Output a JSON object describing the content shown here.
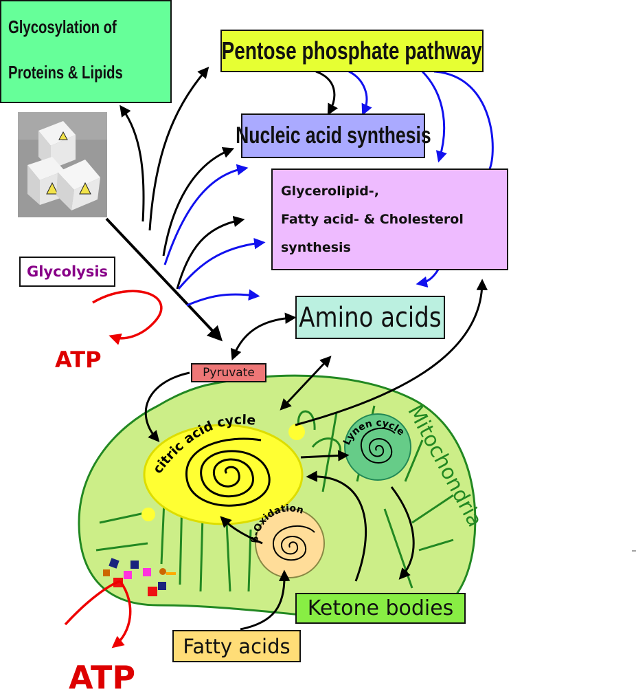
{
  "boxes": {
    "glycosylation_line1": "Glycosylation of",
    "glycosylation_line2": "Proteins & Lipids",
    "pentose": "Pentose phosphate pathway",
    "nucleic": "Nucleic acid synthesis",
    "lipid_line1": "Glycerolipid-,",
    "lipid_line2": "Fatty acid- & Cholesterol",
    "lipid_line3": "synthesis",
    "glycolysis": "Glycolysis",
    "amino": "Amino acids",
    "pyruvate": "Pyruvate",
    "ketone": "Ketone bodies",
    "fatty": "Fatty acids"
  },
  "labels": {
    "atp_top": "ATP",
    "atp_bottom": "ATP",
    "mitochondria": "Mitochondria",
    "citric": "citric acid cycle",
    "lynen": "Lynen cycle",
    "beta": "β-Oxidation"
  },
  "colors": {
    "glycosylation": "#66ff99",
    "pentose": "#e6ff33",
    "nucleic": "#aaaaff",
    "lipid": "#eebbff",
    "amino": "#bbf0e0",
    "pyruvate": "#ee7777",
    "ketone": "#88ee44",
    "fatty": "#ffdd77",
    "glycolysis_text": "#880088",
    "atp": "#dd0000",
    "mitochondria_fill": "#ccee88",
    "mitochondria_stroke": "#228822",
    "citric_fill": "#ffff33",
    "lynen_fill": "#66cc88",
    "beta_fill": "#ffdd99"
  }
}
